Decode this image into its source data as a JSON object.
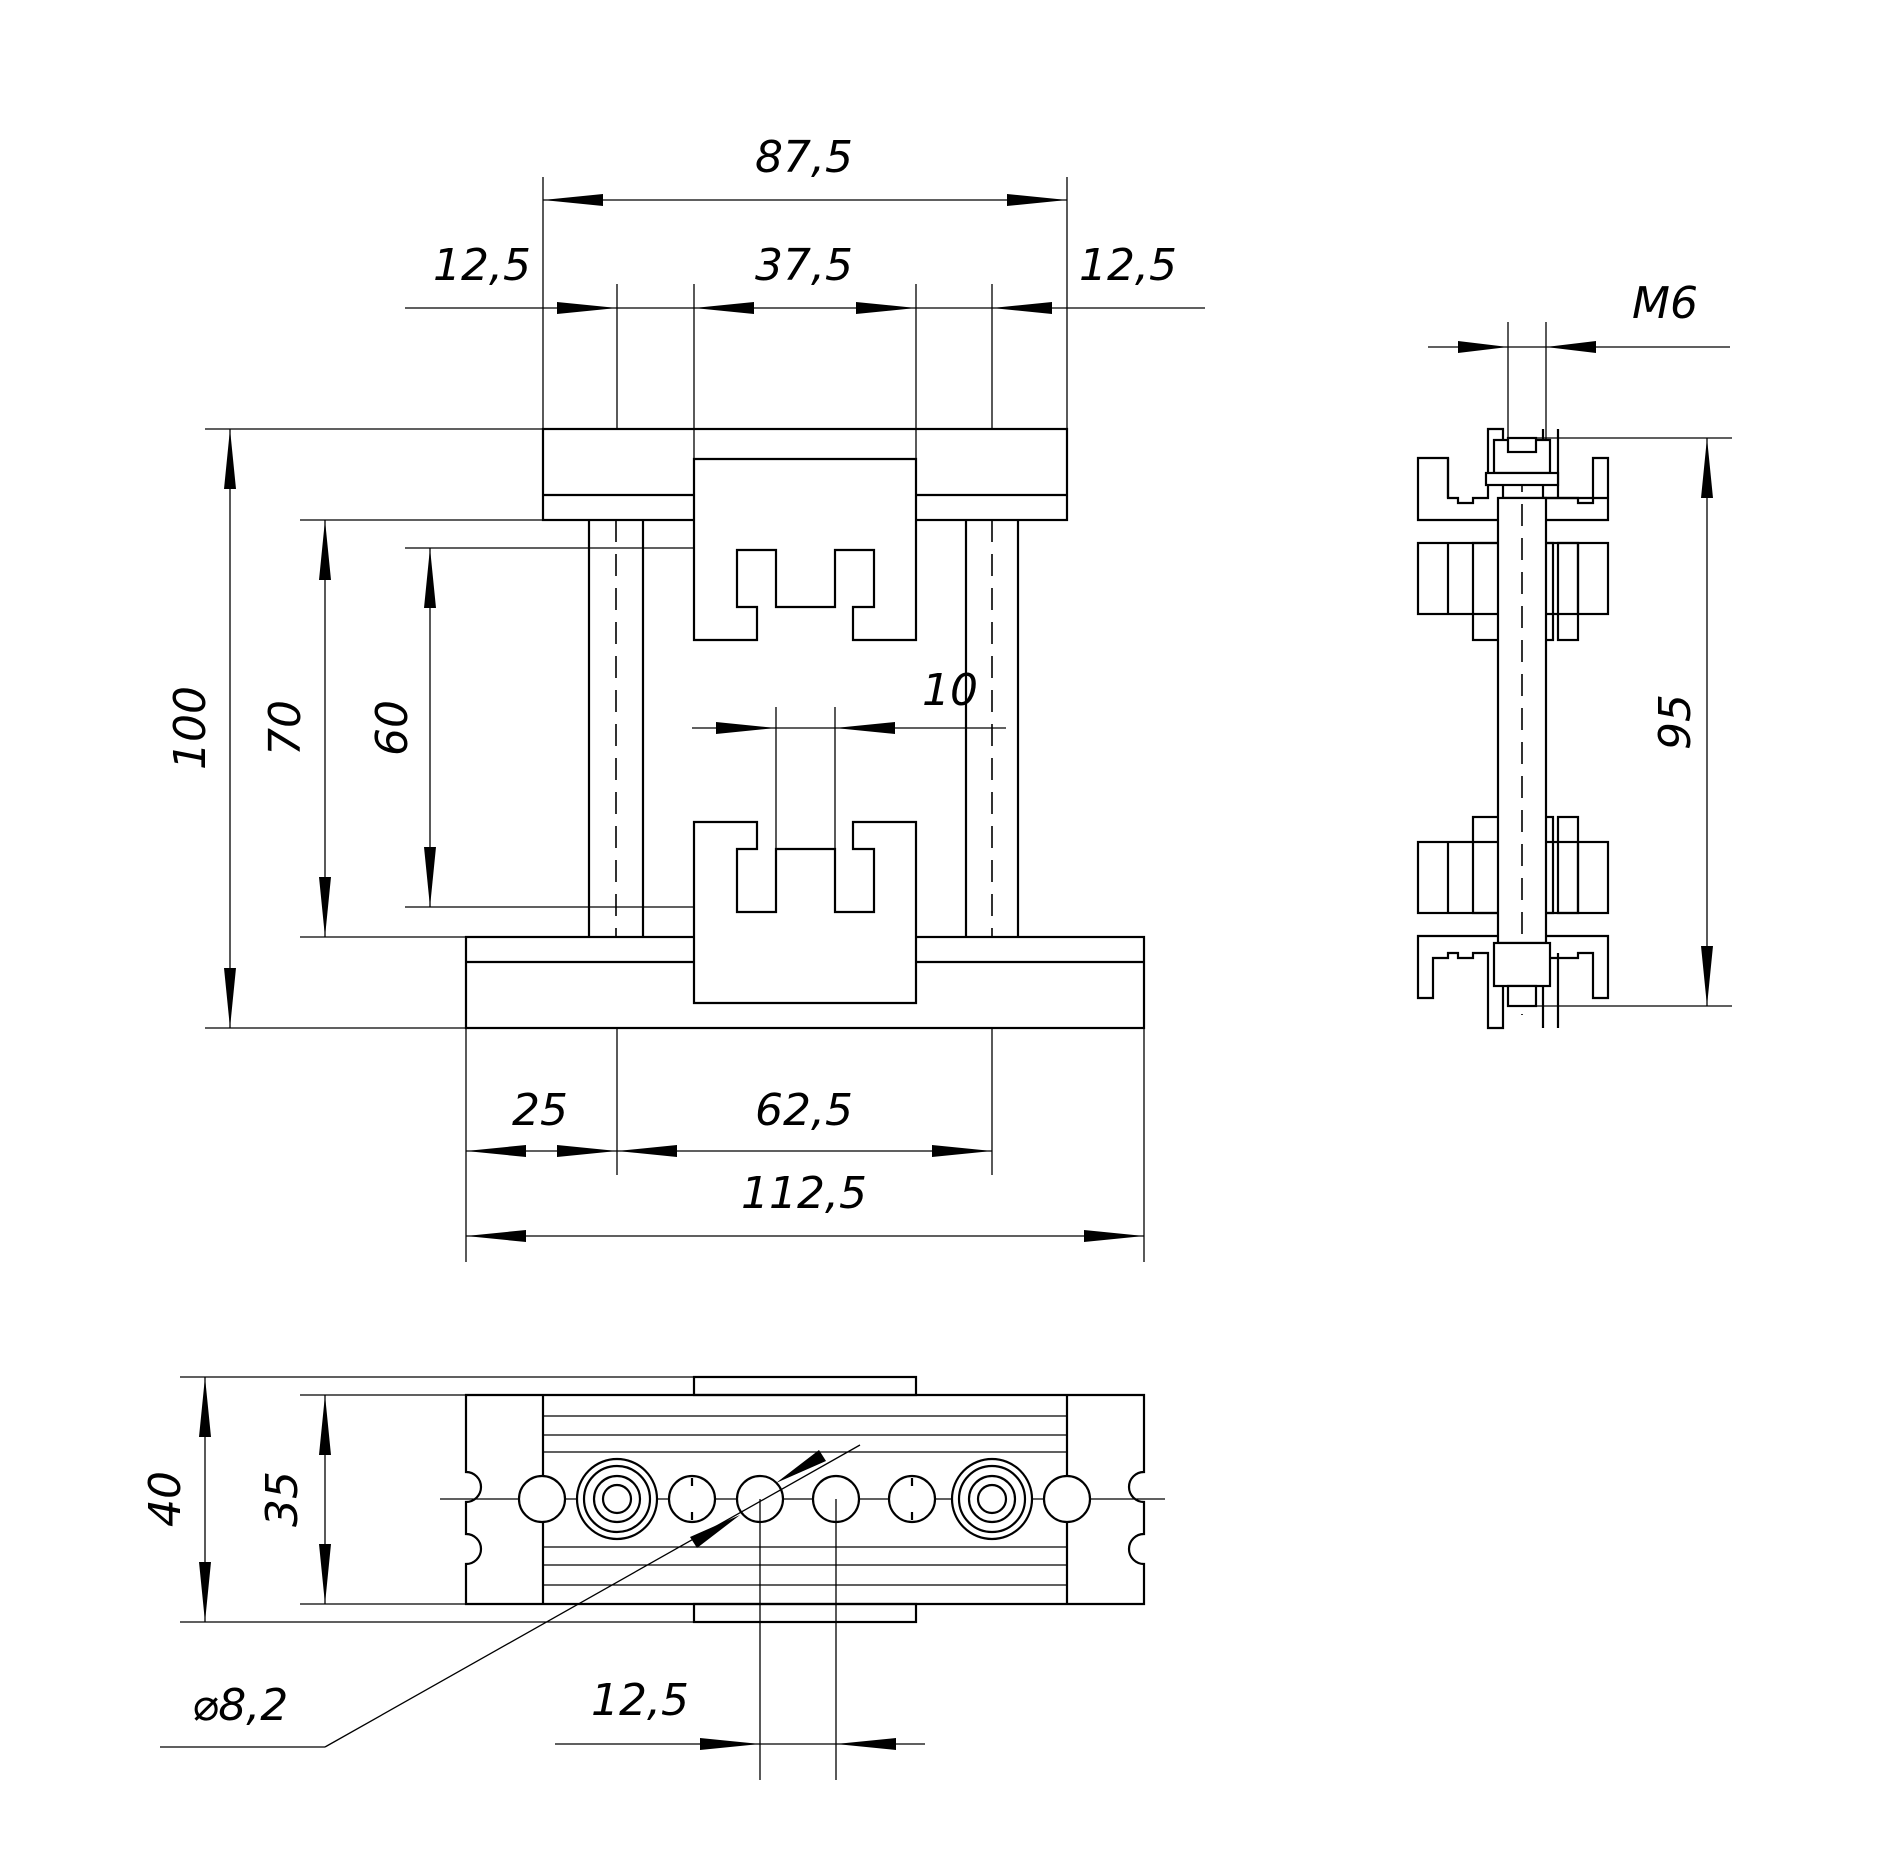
{
  "views": {
    "front": {
      "dims": {
        "overall_top_width": "87,5",
        "left_offset": "12,5",
        "center_block": "37,5",
        "right_offset": "12,5",
        "slot_width": "10",
        "total_height": "100",
        "inner_height": "70",
        "clamp_height": "60",
        "base_left": "25",
        "rod_spacing": "62,5",
        "base_width": "112,5"
      }
    },
    "side": {
      "dims": {
        "thread": "M6",
        "height": "95"
      }
    },
    "top": {
      "dims": {
        "width": "40",
        "inner_width": "35",
        "hole_diameter": "⌀8,2",
        "hole_pitch": "12,5"
      }
    }
  }
}
